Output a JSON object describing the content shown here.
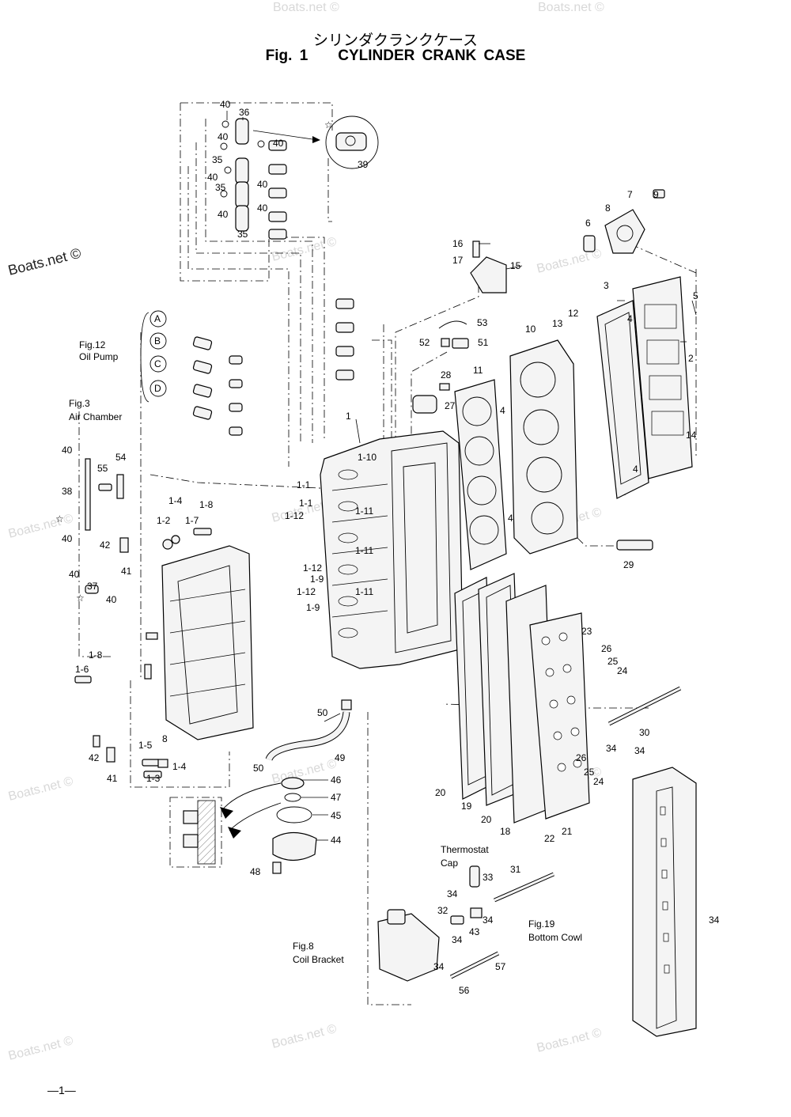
{
  "title": {
    "japanese": "シリンダクランクケース",
    "fig_number": "Fig. 1",
    "name": "CYLINDER CRANK CASE"
  },
  "watermarks": {
    "main": "Boats.net ©",
    "faint": "Boats.net ©"
  },
  "page_number": "—1—",
  "references": {
    "oil_pump": {
      "fig": "Fig.12",
      "name": "Oil Pump"
    },
    "air_chamber": {
      "fig": "Fig.3",
      "name": "Air Chamber"
    },
    "thermostat": {
      "line1": "Thermostat",
      "line2": "Cap"
    },
    "bottom_cowl": {
      "fig": "Fig.19",
      "name": "Bottom Cowl"
    },
    "coil_bracket": {
      "fig": "Fig.8",
      "name": "Coil Bracket"
    }
  },
  "circle_letters": [
    "A",
    "B",
    "C",
    "D"
  ],
  "callouts": {
    "c40a": "40",
    "c36": "36",
    "c40b": "40",
    "c40c": "40",
    "c35a": "35",
    "c40d": "40",
    "c35b": "35",
    "c40e": "40",
    "c40f": "40",
    "c40g": "40",
    "c35c": "35",
    "c39": "39",
    "c6": "6",
    "c7": "7",
    "c8": "8",
    "c9": "9",
    "c16": "16",
    "c17": "17",
    "c15": "15",
    "c3": "3",
    "c5": "5",
    "c12": "12",
    "c13": "13",
    "c10": "10",
    "c4a": "4",
    "c2": "2",
    "c53": "53",
    "c52": "52",
    "c51": "51",
    "c28": "28",
    "c27": "27",
    "c11": "11",
    "c4b": "4",
    "c14": "14",
    "c4c": "4",
    "c4d": "4",
    "c1": "1",
    "c1_10": "1-10",
    "c1_1a": "1-1",
    "c1_1b": "1-1",
    "c1_12a": "1-12",
    "c1_11a": "1-11",
    "c1_11b": "1-11",
    "c1_12b": "1-12",
    "c1_9a": "1-9",
    "c1_12c": "1-12",
    "c1_11c": "1-11",
    "c1_9b": "1-9",
    "c40h": "40",
    "c55": "55",
    "c54": "54",
    "c38": "38",
    "c40i": "40",
    "c42": "42",
    "c41a": "41",
    "c1_4a": "1-4",
    "c1_8a": "1-8",
    "c1_2": "1-2",
    "c1_7": "1-7",
    "c40j": "40",
    "c37": "37",
    "c40k": "40",
    "c1_8b": "1-8",
    "c1_6": "1-6",
    "c42b": "42",
    "c41b": "41",
    "c1_5": "1-5",
    "c8b": "8",
    "c1_4b": "1-4",
    "c1_3": "1-3",
    "c29": "29",
    "c23": "23",
    "c26a": "26",
    "c25a": "25",
    "c24a": "24",
    "c30": "30",
    "c34a": "34",
    "c34b": "34",
    "c26b": "26",
    "c25b": "25",
    "c24b": "24",
    "c50a": "50",
    "c49": "49",
    "c50b": "50",
    "c46": "46",
    "c47": "47",
    "c45": "45",
    "c44": "44",
    "c48": "48",
    "c20a": "20",
    "c19": "19",
    "c20b": "20",
    "c18": "18",
    "c22": "22",
    "c21": "21",
    "c33": "33",
    "c31": "31",
    "c34c": "34",
    "c32": "32",
    "c34d": "34",
    "c43": "43",
    "c34e": "34",
    "c34f": "34",
    "c34g": "34",
    "c57": "57",
    "c56": "56"
  }
}
